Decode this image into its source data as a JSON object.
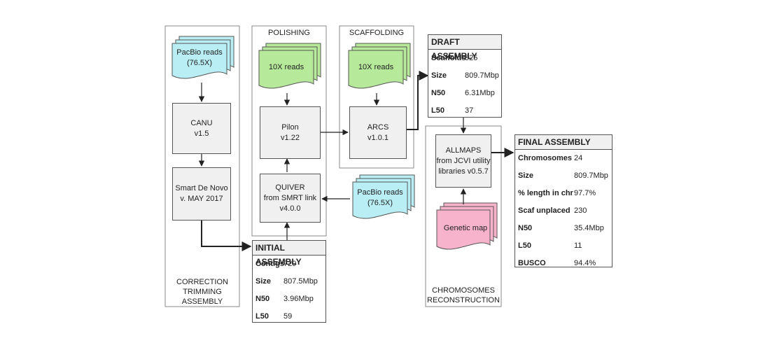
{
  "stages": {
    "polishing": "POLISHING",
    "scaffolding": "SCAFFOLDING",
    "correction": [
      "CORRECTION",
      "TRIMMING",
      "ASSEMBLY"
    ],
    "chromosomes": [
      "CHROMOSOMES",
      "RECONSTRUCTION"
    ]
  },
  "inputs": {
    "pacbio_left": [
      "PacBio reads",
      "(76.5X)"
    ],
    "tenx_polish": [
      "10X reads"
    ],
    "tenx_scaf": [
      "10X reads"
    ],
    "pacbio_right": [
      "PacBio reads",
      "(76.5X)"
    ],
    "genetic_map": [
      "Genetic map"
    ]
  },
  "processes": {
    "canu": [
      "CANU",
      "v1.5"
    ],
    "smartdenovo": [
      "Smart De Novo",
      "v. MAY 2017"
    ],
    "pilon": [
      "Pilon",
      "v1.22"
    ],
    "quiver": [
      "QUIVER",
      "from SMRT link",
      "v4.0.0"
    ],
    "arcs": [
      "ARCS",
      "v1.0.1"
    ],
    "allmaps": [
      "ALLMAPS",
      "from JCVI utility",
      "libraries v0.5.7"
    ]
  },
  "initial_assembly": {
    "title": "INITIAL ASSEMBLY",
    "rows": [
      {
        "key": "Contigs",
        "value": "729"
      },
      {
        "key": "Size",
        "value": "807.5Mbp"
      },
      {
        "key": "N50",
        "value": "3.96Mbp"
      },
      {
        "key": "L50",
        "value": "59"
      }
    ]
  },
  "draft_assembly": {
    "title": "DRAFT ASSEMBLY",
    "rows": [
      {
        "key": "Scaffolds",
        "value": "525"
      },
      {
        "key": "Size",
        "value": "809.7Mbp"
      },
      {
        "key": "N50",
        "value": "6.31Mbp"
      },
      {
        "key": "L50",
        "value": "37"
      }
    ]
  },
  "final_assembly": {
    "title": "FINAL ASSEMBLY",
    "rows": [
      {
        "key": "Chromosomes",
        "value": "24"
      },
      {
        "key": "Size",
        "value": "809.7Mbp"
      },
      {
        "key": "% length in chr",
        "value": "97.7%"
      },
      {
        "key": "Scaf unplaced",
        "value": "230"
      },
      {
        "key": "N50",
        "value": "35.4Mbp"
      },
      {
        "key": "L50",
        "value": "11"
      },
      {
        "key": "BUSCO",
        "value": "94.4%"
      }
    ]
  },
  "colors": {
    "pacbio": "#b9eef4",
    "tenx": "#b7e99a",
    "genetic_map": "#f7b3cc",
    "process": "#f0f0f0",
    "border": "#555555"
  }
}
